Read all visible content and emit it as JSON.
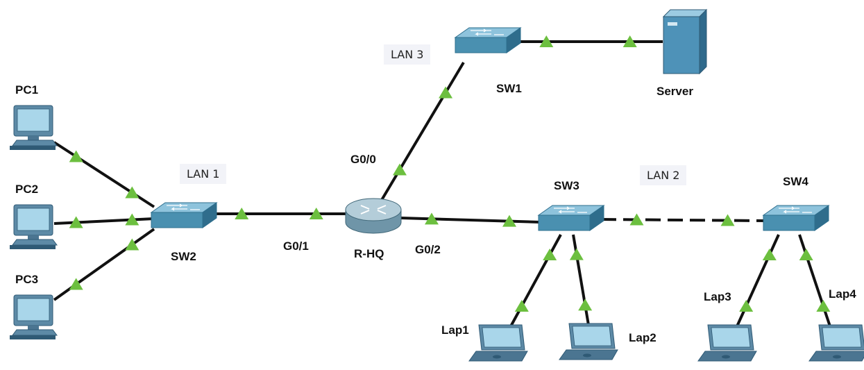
{
  "devices": {
    "pc1": "PC1",
    "pc2": "PC2",
    "pc3": "PC3",
    "sw1": "SW1",
    "sw2": "SW2",
    "sw3": "SW3",
    "sw4": "SW4",
    "router": "R-HQ",
    "server": "Server",
    "lap1": "Lap1",
    "lap2": "Lap2",
    "lap3": "Lap3",
    "lap4": "Lap4"
  },
  "interfaces": {
    "g00": "G0/0",
    "g01": "G0/1",
    "g02": "G0/2"
  },
  "lans": {
    "lan1": "LAN 1",
    "lan2": "LAN 2",
    "lan3": "LAN 3"
  },
  "colors": {
    "link": "#111111",
    "link_up": "#6cbf3f",
    "switch": "#4a90b0",
    "router": "#8aa7b6",
    "pc": "#5d8aa6",
    "server": "#3f7fa6"
  },
  "links": [
    {
      "from": "pc1",
      "to": "sw2",
      "style": "solid"
    },
    {
      "from": "pc2",
      "to": "sw2",
      "style": "solid"
    },
    {
      "from": "pc3",
      "to": "sw2",
      "style": "solid"
    },
    {
      "from": "sw2",
      "to": "router",
      "style": "solid"
    },
    {
      "from": "router",
      "to": "sw1",
      "style": "solid"
    },
    {
      "from": "sw1",
      "to": "server",
      "style": "solid"
    },
    {
      "from": "router",
      "to": "sw3",
      "style": "solid"
    },
    {
      "from": "sw3",
      "to": "sw4",
      "style": "dashed"
    },
    {
      "from": "sw3",
      "to": "lap1",
      "style": "solid"
    },
    {
      "from": "sw3",
      "to": "lap2",
      "style": "solid"
    },
    {
      "from": "sw4",
      "to": "lap3",
      "style": "solid"
    },
    {
      "from": "sw4",
      "to": "lap4",
      "style": "solid"
    }
  ]
}
